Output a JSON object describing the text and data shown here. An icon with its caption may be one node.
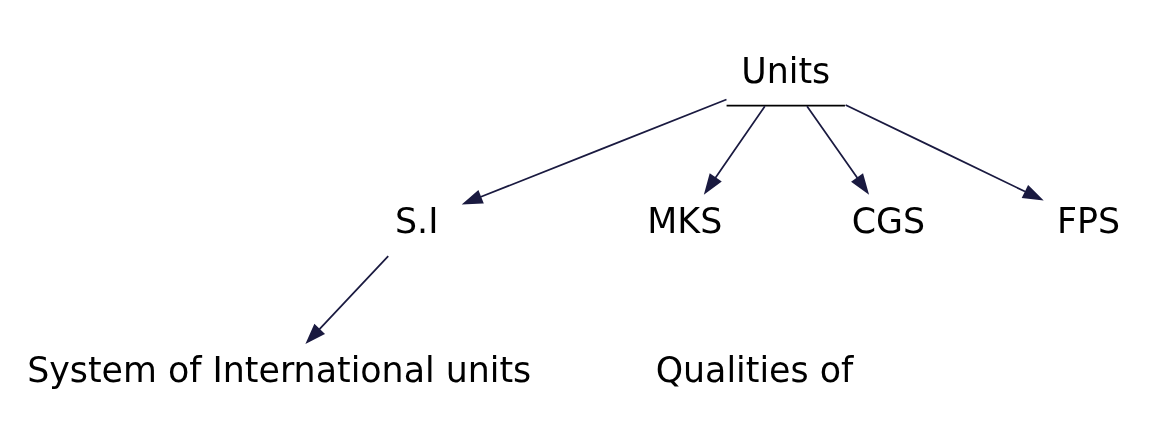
{
  "diagram": {
    "nodes": [
      {
        "text": [
          "Units"
        ]
      },
      {
        "text": [
          "S.I"
        ]
      },
      {
        "text": [
          "MKS"
        ]
      },
      {
        "text": [
          "CGS"
        ]
      },
      {
        "text": [
          "FPS"
        ]
      },
      {
        "text": [
          "System of International units"
        ]
      }
    ],
    "edges": [
      {
        "from": 0,
        "to": 1,
        "arrow": "to"
      },
      {
        "from": 0,
        "to": 2,
        "arrow": "to"
      },
      {
        "from": 0,
        "to": 3,
        "arrow": "to"
      },
      {
        "from": 0,
        "to": 4,
        "arrow": "to"
      },
      {
        "from": 1,
        "to": 5,
        "arrow": "to"
      }
    ],
    "labels": [
      "Qualities of"
    ]
  }
}
